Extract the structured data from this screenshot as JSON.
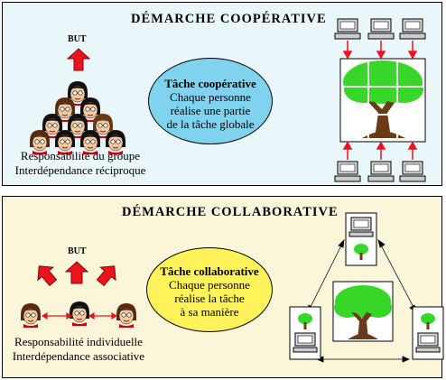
{
  "cooperative": {
    "title": "DÉMARCHE COOPÉRATIVE",
    "goal_label": "BUT",
    "task_title": "Tâche coopérative",
    "task_lines": [
      "Chaque personne",
      "réalise une partie",
      "de la tâche globale"
    ],
    "caption_lines": [
      "Responsabilité du groupe",
      "Interdépendance réciproque"
    ]
  },
  "collaborative": {
    "title": "DÉMARCHE COLLABORATIVE",
    "goal_label": "BUT",
    "task_title": "Tâche collaborative",
    "task_lines": [
      "Chaque personne",
      "réalise la tâche",
      "à sa manière"
    ],
    "caption_lines": [
      "Responsabilité individuelle",
      "Interdépendance associative"
    ]
  },
  "colors": {
    "coop_panel_bg": "#e9f7fb",
    "collab_panel_bg": "#fbf6d9",
    "coop_ellipse": "#7fd3ee",
    "collab_ellipse": "#fff25a",
    "arrow_red": "#e8141e",
    "tree_green": "#39d62a",
    "trunk_brown": "#6b3a16"
  }
}
